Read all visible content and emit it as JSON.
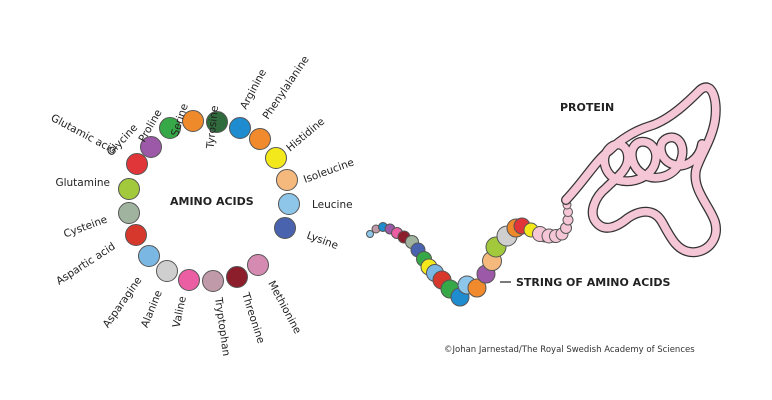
{
  "ring": {
    "caption": "AMINO ACIDS",
    "beads": [
      {
        "name": "Glycine",
        "color": "#9b59a8"
      },
      {
        "name": "Proline",
        "color": "#37a847"
      },
      {
        "name": "Serine",
        "color": "#ef8a2a"
      },
      {
        "name": "Tyrosine",
        "color": "#2f6b3c"
      },
      {
        "name": "Arginine",
        "color": "#1f8ccf"
      },
      {
        "name": "Phenylalanine",
        "color": "#f08a2c"
      },
      {
        "name": "Histidine",
        "color": "#f2e81c"
      },
      {
        "name": "Isoleucine",
        "color": "#f6b97d"
      },
      {
        "name": "Leucine",
        "color": "#8ec6ea"
      },
      {
        "name": "Lysine",
        "color": "#4a63ae"
      },
      {
        "name": "Methionine",
        "color": "#d58bb1"
      },
      {
        "name": "Threonine",
        "color": "#8b1e2a"
      },
      {
        "name": "Tryptophan",
        "color": "#c09aa8"
      },
      {
        "name": "Valine",
        "color": "#ec5ea4"
      },
      {
        "name": "Alanine",
        "color": "#cfcfcf"
      },
      {
        "name": "Asparagine",
        "color": "#7ab8e3"
      },
      {
        "name": "Aspartic acid",
        "color": "#d7382c"
      },
      {
        "name": "Cysteine",
        "color": "#9fb39f"
      },
      {
        "name": "Glutamine",
        "color": "#a2c83b"
      },
      {
        "name": "Glutamic acid",
        "color": "#e0363a"
      }
    ]
  },
  "chain": {
    "label": "STRING OF AMINO ACIDS",
    "colors": [
      "#8ec6ea",
      "#c09aa8",
      "#1f8ccf",
      "#9b59a8",
      "#ec5ea4",
      "#8b1e2a",
      "#9fb39f",
      "#4a63ae",
      "#37a847",
      "#f2e81c",
      "#7ab8e3",
      "#d7382c",
      "#37a847",
      "#1f8ccf",
      "#8ec6ea",
      "#f08a2c",
      "#9b59a8",
      "#f6b97d",
      "#a2c83b",
      "#cfcfcf",
      "#ef8a2a",
      "#e0363a",
      "#f2e81c",
      "#f6b97d",
      "#9b59a8"
    ],
    "tail_color": "#f5c6d6"
  },
  "protein": {
    "label": "PROTEIN",
    "color": "#f5c6d6"
  },
  "credit": "©Johan Jarnestad/The Royal Swedish Academy of Sciences"
}
